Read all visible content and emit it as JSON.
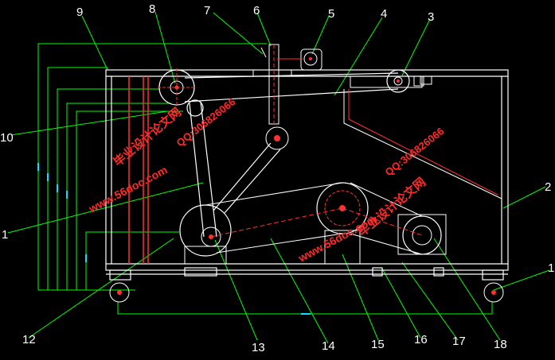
{
  "colors": {
    "background": "#000000",
    "frame": "#ffffff",
    "leader": "#00ff00",
    "accent": "#ff3030",
    "cyan": "#00e5ff"
  },
  "labels": {
    "n1": "1",
    "n2": "2",
    "n3": "3",
    "n4": "4",
    "n5": "5",
    "n6": "6",
    "n7": "7",
    "n8": "8",
    "n9": "9",
    "n10": "10",
    "n11": "1",
    "n12": "12",
    "n13": "13",
    "n14": "14",
    "n15": "15",
    "n16": "16",
    "n17": "17",
    "n18": "18"
  },
  "watermarks": {
    "site": "www.56doc.com",
    "brand": "毕业设计论文网",
    "qq": "QQ:306826066"
  }
}
